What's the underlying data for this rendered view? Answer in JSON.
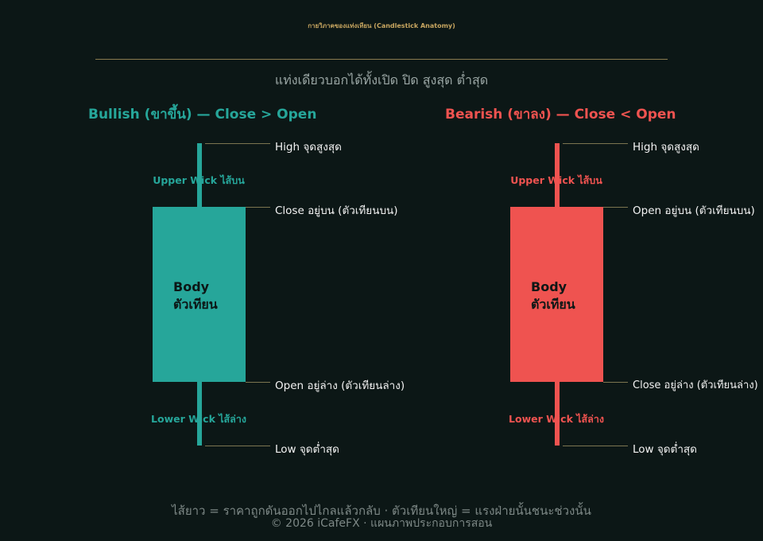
{
  "header": {
    "title": "กายวิภาคของแท่งเทียน (Candlestick Anatomy)",
    "subtitle": "แท่งเดียวบอกได้ทั้งเปิด ปิด สูงสุด ต่ำสุด"
  },
  "colors": {
    "bullish": "#26a69a",
    "bearish": "#ef5350",
    "title": "#c8a660",
    "background": "#0c1716"
  },
  "bullish": {
    "heading": "Bullish (ขาขึ้น) — Close > Open",
    "upper_wick": "Upper Wick ไส้บน",
    "lower_wick": "Lower Wick ไส้ล่าง",
    "body_line1": "Body",
    "body_line2": "ตัวเทียน",
    "label_high": "High จุดสูงสุด",
    "label_top": "Close อยู่บน (ตัวเทียนบน)",
    "label_bottom": "Open อยู่ล่าง (ตัวเทียนล่าง)",
    "label_low": "Low จุดต่ำสุด"
  },
  "bearish": {
    "heading": "Bearish (ขาลง) — Close < Open",
    "upper_wick": "Upper Wick ไส้บน",
    "lower_wick": "Lower Wick ไส้ล่าง",
    "body_line1": "Body",
    "body_line2": "ตัวเทียน",
    "label_high": "High จุดสูงสุด",
    "label_top": "Open อยู่บน (ตัวเทียนบน)",
    "label_bottom": "Close อยู่ล่าง (ตัวเทียนล่าง)",
    "label_low": "Low จุดต่ำสุด"
  },
  "footer": {
    "note": "ไส้ยาว = ราคาถูกดันออกไปไกลแล้วกลับ · ตัวเทียนใหญ่ = แรงฝ่ายนั้นชนะช่วงนั้น",
    "credit": "© 2026 iCafeFX · แผนภาพประกอบการสอน"
  }
}
